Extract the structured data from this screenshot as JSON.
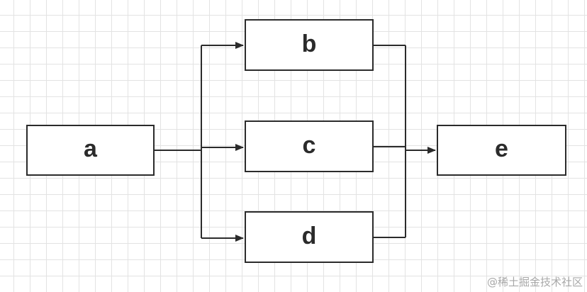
{
  "nodes": {
    "a": "a",
    "b": "b",
    "c": "c",
    "d": "d",
    "e": "e"
  },
  "watermark": "@稀土掘金技术社区",
  "colors": {
    "stroke": "#2b2b2b",
    "grid": "#e3e3e3",
    "background": "#ffffff",
    "watermark": "#a8a8a8"
  }
}
